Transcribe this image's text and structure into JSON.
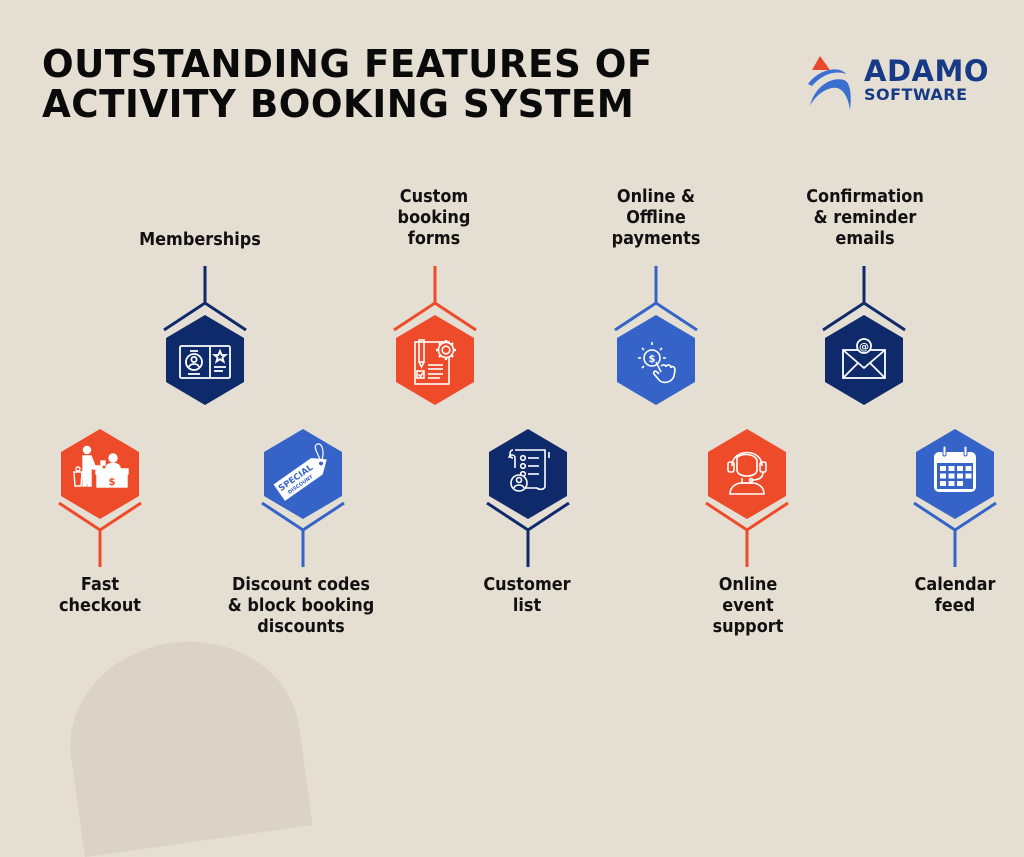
{
  "title": {
    "line1": "OUTSTANDING FEATURES OF",
    "line2": "ACTIVITY BOOKING SYSTEM"
  },
  "logo": {
    "name": "ADAMO",
    "subtitle": "SOFTWARE",
    "icon": "rocket-swoosh-icon"
  },
  "colors": {
    "background": "#e5dfd3",
    "navy": "#0e2a6b",
    "orange": "#ee4b2b",
    "blue": "#3563c8",
    "text": "#111111"
  },
  "features_top": [
    {
      "lines": [
        "Memberships"
      ],
      "icon": "membership-card-icon",
      "color": "navy"
    },
    {
      "lines": [
        "Custom",
        "booking",
        "forms"
      ],
      "icon": "form-settings-icon",
      "color": "orange"
    },
    {
      "lines": [
        "Online &",
        "Offline",
        "payments"
      ],
      "icon": "payment-tap-icon",
      "color": "blue"
    },
    {
      "lines": [
        "Confirmation",
        "& reminder",
        "emails"
      ],
      "icon": "email-envelope-icon",
      "color": "navy"
    }
  ],
  "features_bottom": [
    {
      "lines": [
        "Fast",
        "checkout"
      ],
      "icon": "checkout-counter-icon",
      "color": "orange"
    },
    {
      "lines": [
        "Discount codes",
        "& block booking",
        "discounts"
      ],
      "icon": "discount-tag-icon",
      "color": "blue",
      "tag_text": [
        "SPECIAL",
        "DISCOUNT"
      ]
    },
    {
      "lines": [
        "Customer",
        "list"
      ],
      "icon": "customer-list-icon",
      "color": "navy"
    },
    {
      "lines": [
        "Online",
        "event",
        "support"
      ],
      "icon": "support-headset-icon",
      "color": "orange"
    },
    {
      "lines": [
        "Calendar",
        "feed"
      ],
      "icon": "calendar-icon",
      "color": "blue"
    }
  ]
}
